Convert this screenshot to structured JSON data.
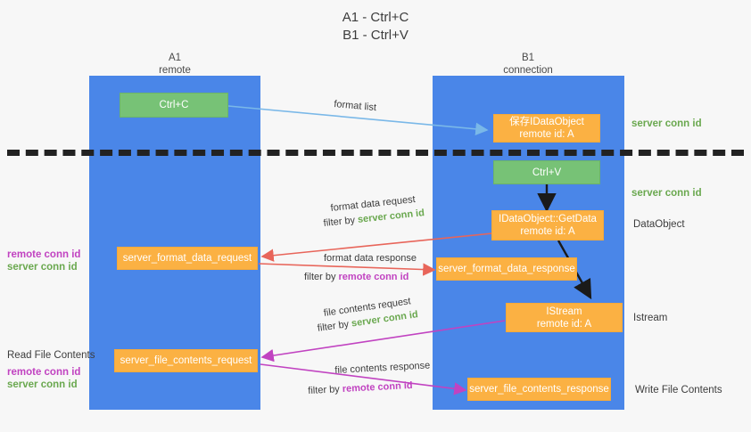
{
  "title": {
    "line1": "A1 - Ctrl+C",
    "line2": "B1 - Ctrl+V"
  },
  "colors": {
    "lane": "#4a86e8",
    "green_node": "#77c276",
    "orange_node": "#fbb143",
    "server_conn": "#6aa84f",
    "remote_conn": "#c143c1",
    "separator": "#222222",
    "background": "#f7f7f7"
  },
  "lanes": [
    {
      "id": "a1",
      "name": "A1",
      "sub": "remote"
    },
    {
      "id": "b1",
      "name": "B1",
      "sub": "connection"
    }
  ],
  "nodes": [
    {
      "id": "ctrl-c",
      "label": "Ctrl+C",
      "sub": "",
      "color": "green"
    },
    {
      "id": "save-idataobject",
      "label": "保存IDataObject",
      "sub": "remote id: A",
      "color": "orange"
    },
    {
      "id": "ctrl-v",
      "label": "Ctrl+V",
      "sub": "",
      "color": "green"
    },
    {
      "id": "idataobject-getdata",
      "label": "IDataObject::GetData",
      "sub": "remote id: A",
      "color": "orange"
    },
    {
      "id": "server-format-data-request",
      "label": "server_format_data_request",
      "sub": "",
      "color": "orange"
    },
    {
      "id": "server-format-data-response",
      "label": "server_format_data_response",
      "sub": "",
      "color": "orange"
    },
    {
      "id": "istream",
      "label": "IStream",
      "sub": "remote id: A",
      "color": "orange"
    },
    {
      "id": "server-file-contents-request",
      "label": "server_file_contents_request",
      "sub": "",
      "color": "orange"
    },
    {
      "id": "server-file-contents-response",
      "label": "server_file_contents_response",
      "sub": "",
      "color": "orange"
    }
  ],
  "edge_labels": [
    {
      "id": "format-list",
      "text": "format list"
    },
    {
      "id": "format-data-request",
      "text": "format data request"
    },
    {
      "id": "format-data-filter",
      "prefix": "filter by ",
      "token": "server conn id",
      "token_color": "server"
    },
    {
      "id": "format-data-response",
      "text": "format data response"
    },
    {
      "id": "format-resp-filter",
      "prefix": "filter by ",
      "token": "remote conn id",
      "token_color": "remote"
    },
    {
      "id": "file-contents-request",
      "text": "file contents request"
    },
    {
      "id": "file-req-filter",
      "prefix": "filter by ",
      "token": "server conn id",
      "token_color": "server"
    },
    {
      "id": "file-contents-response",
      "text": "file contents response"
    },
    {
      "id": "file-resp-filter",
      "prefix": "filter by ",
      "token": "remote conn id",
      "token_color": "remote"
    }
  ],
  "right_annotations": [
    {
      "id": "server-conn-top",
      "text": "server conn id",
      "style": "server"
    },
    {
      "id": "server-conn-mid",
      "text": "server conn id",
      "style": "server"
    },
    {
      "id": "dataobject",
      "text": "DataObject",
      "style": "plain"
    },
    {
      "id": "istream-label",
      "text": "Istream",
      "style": "plain"
    },
    {
      "id": "write-file-contents",
      "text": "Write File Contents",
      "style": "plain"
    }
  ],
  "left_annotations": [
    {
      "id": "left-conn-1-remote",
      "text": "remote conn id",
      "style": "remote"
    },
    {
      "id": "left-conn-1-server",
      "text": "server conn id",
      "style": "server"
    },
    {
      "id": "read-file-contents",
      "text": "Read File Contents",
      "style": "plain"
    },
    {
      "id": "left-conn-2-remote",
      "text": "remote conn id",
      "style": "remote"
    },
    {
      "id": "left-conn-2-server",
      "text": "server conn id",
      "style": "server"
    }
  ]
}
